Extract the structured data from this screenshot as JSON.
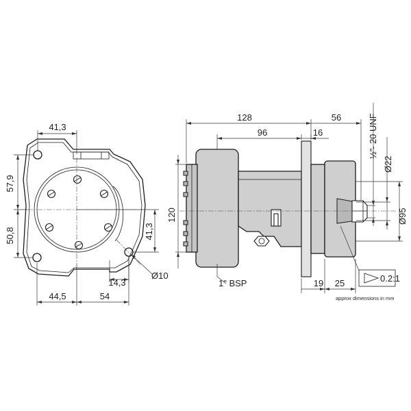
{
  "dimensions": {
    "front_top_width": "41,3",
    "front_upper_height": "57,9",
    "front_lower_height": "50,8",
    "front_hole_vertical": "41,3",
    "front_hole_diameter": "Ø10",
    "front_hole_horizontal": "14,3",
    "front_bottom_left": "44,5",
    "front_bottom_right": "54",
    "side_overall_length": "128",
    "side_body_length": "96",
    "side_flange_thickness": "16",
    "side_shaft_length": "56",
    "side_height": "120",
    "side_port": "1\" BSP",
    "side_flange_offset": "19",
    "side_shaft_offset": "25",
    "shaft_thread_prefix": "½\"",
    "shaft_thread_suffix": "- 20 UNF",
    "shaft_diameter": "Ø22",
    "flange_diameter": "Ø95",
    "taper": "0.2:1"
  },
  "note": "approx dimensions in mm"
}
